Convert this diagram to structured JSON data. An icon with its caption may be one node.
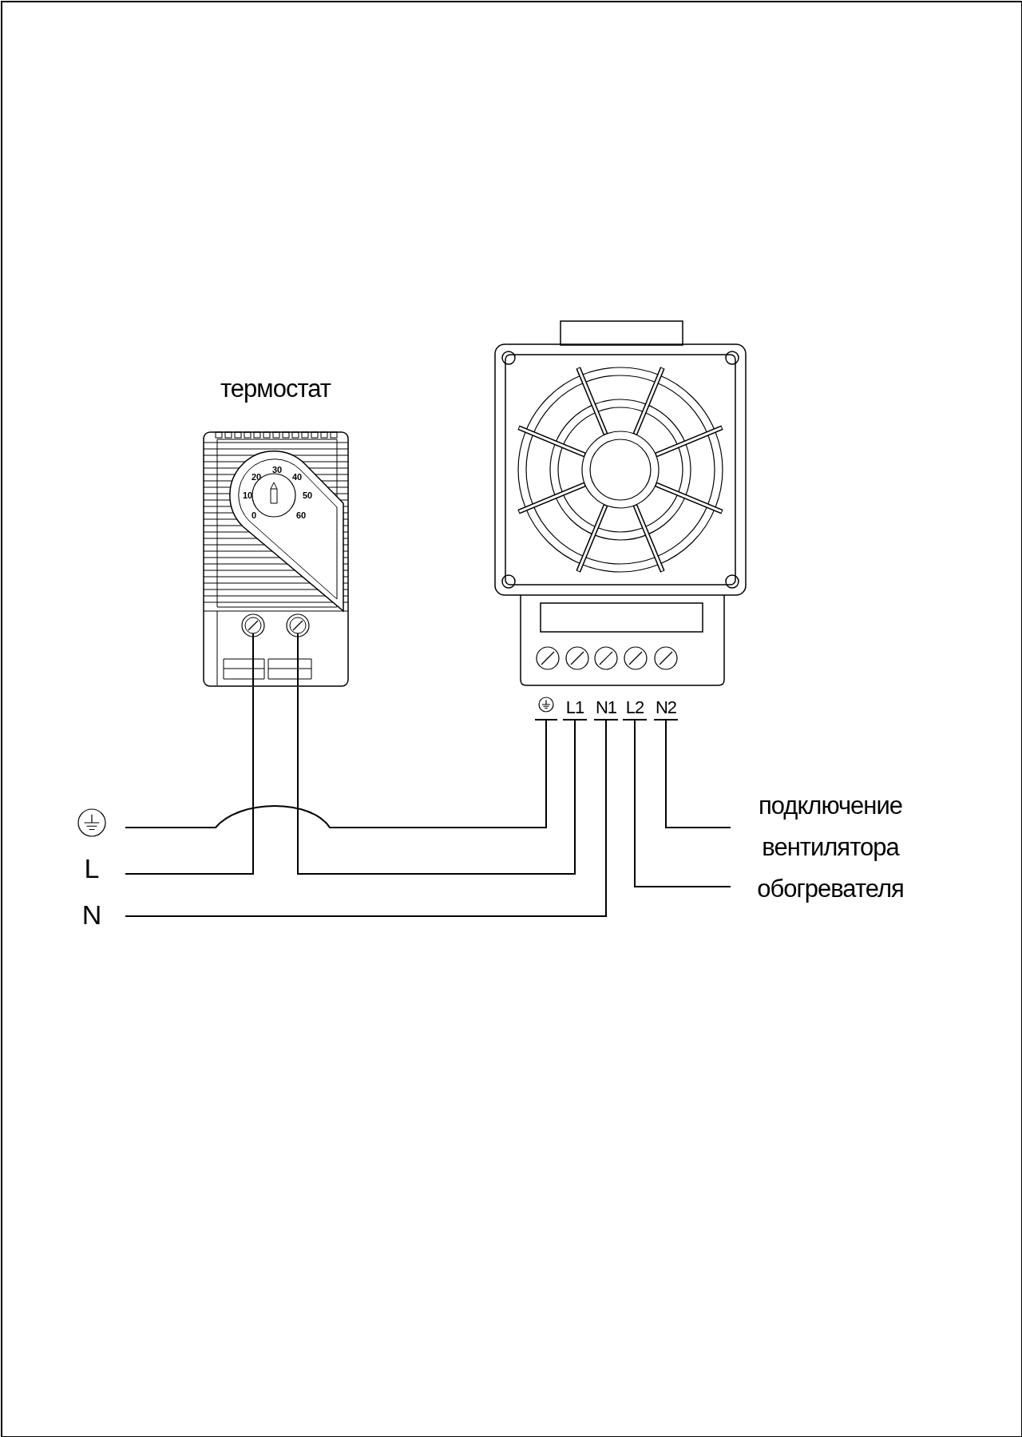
{
  "diagram": {
    "nodes": [
      {
        "text": [
          "термостат"
        ]
      },
      {
        "text": [],
        "shape": "picture"
      },
      {
        "text": [],
        "shape": "circle"
      },
      {
        "text": [
          "L"
        ]
      },
      {
        "text": [
          "N"
        ]
      },
      {
        "text": [],
        "shape": "circle"
      },
      {
        "text": [
          "L1"
        ]
      },
      {
        "text": [
          "N1"
        ]
      },
      {
        "text": [
          "L2"
        ]
      },
      {
        "text": [
          "N2"
        ]
      },
      {
        "text": [
          "подключение вентилятора обогревателя"
        ]
      }
    ],
    "edges": [
      {
        "from": 2,
        "to": 5,
        "arrow": "none"
      },
      {
        "from": 3,
        "to": 0,
        "arrow": "none"
      },
      {
        "from": 0,
        "to": 6,
        "arrow": "none"
      },
      {
        "from": 4,
        "to": 7,
        "arrow": "none"
      },
      {
        "from": 8,
        "to": 10,
        "arrow": "none"
      },
      {
        "from": 9,
        "to": 10,
        "arrow": "none"
      }
    ],
    "labels": [
      "30",
      "20",
      "40",
      "10",
      "50",
      "0",
      "60"
    ]
  }
}
